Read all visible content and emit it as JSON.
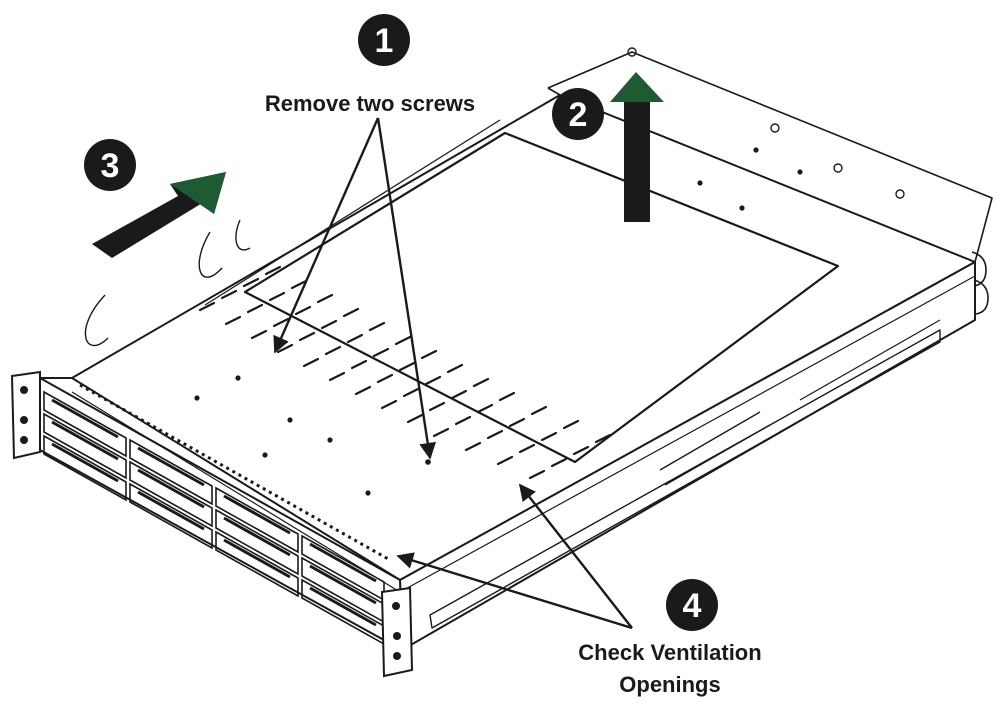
{
  "callouts": {
    "step1": "1",
    "step2": "2",
    "step3": "3",
    "step4": "4"
  },
  "labels": {
    "remove_screws": "Remove two screws",
    "check_vent_line1": "Check Ventilation",
    "check_vent_line2": "Openings"
  },
  "colors": {
    "arrow_green": "#1e5a32",
    "arrow_dark": "#1a1a1a",
    "line": "#1a1a1a",
    "badge": "#1a1a1a",
    "badge_text": "#ffffff"
  },
  "icons": {
    "step_badge": "numbered-circle-icon",
    "direction_arrow": "push-arrow-icon",
    "lift_arrow": "lift-arrow-icon",
    "screw": "screw-icon"
  }
}
